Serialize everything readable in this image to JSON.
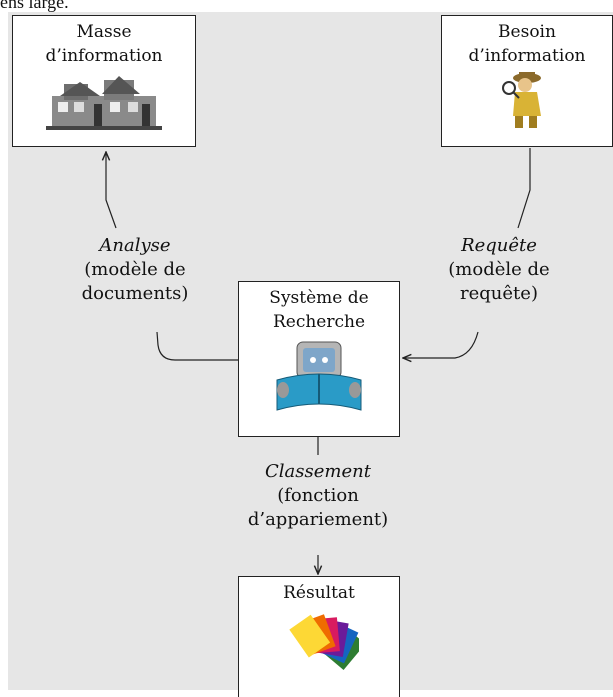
{
  "header": {
    "fragment": "ens large."
  },
  "nodes": {
    "masse": {
      "line1": "Masse",
      "line2": "d’information",
      "icon": "building-icon"
    },
    "besoin": {
      "line1": "Besoin",
      "line2": "d’information",
      "icon": "detective-icon"
    },
    "systeme": {
      "line1": "Système de",
      "line2": "Recherche",
      "icon": "computer-reading-icon"
    },
    "resultat": {
      "line1": "Résultat",
      "icon": "document-fan-icon"
    }
  },
  "edges": {
    "analyse": {
      "title": "Analyse",
      "line1": "(modèle de",
      "line2": "documents)"
    },
    "requete": {
      "title": "Requête",
      "line1": "(modèle de",
      "line2": "requête)"
    },
    "classement": {
      "title": "Classement",
      "line1": "(fonction",
      "line2": "d’appariement)"
    }
  }
}
